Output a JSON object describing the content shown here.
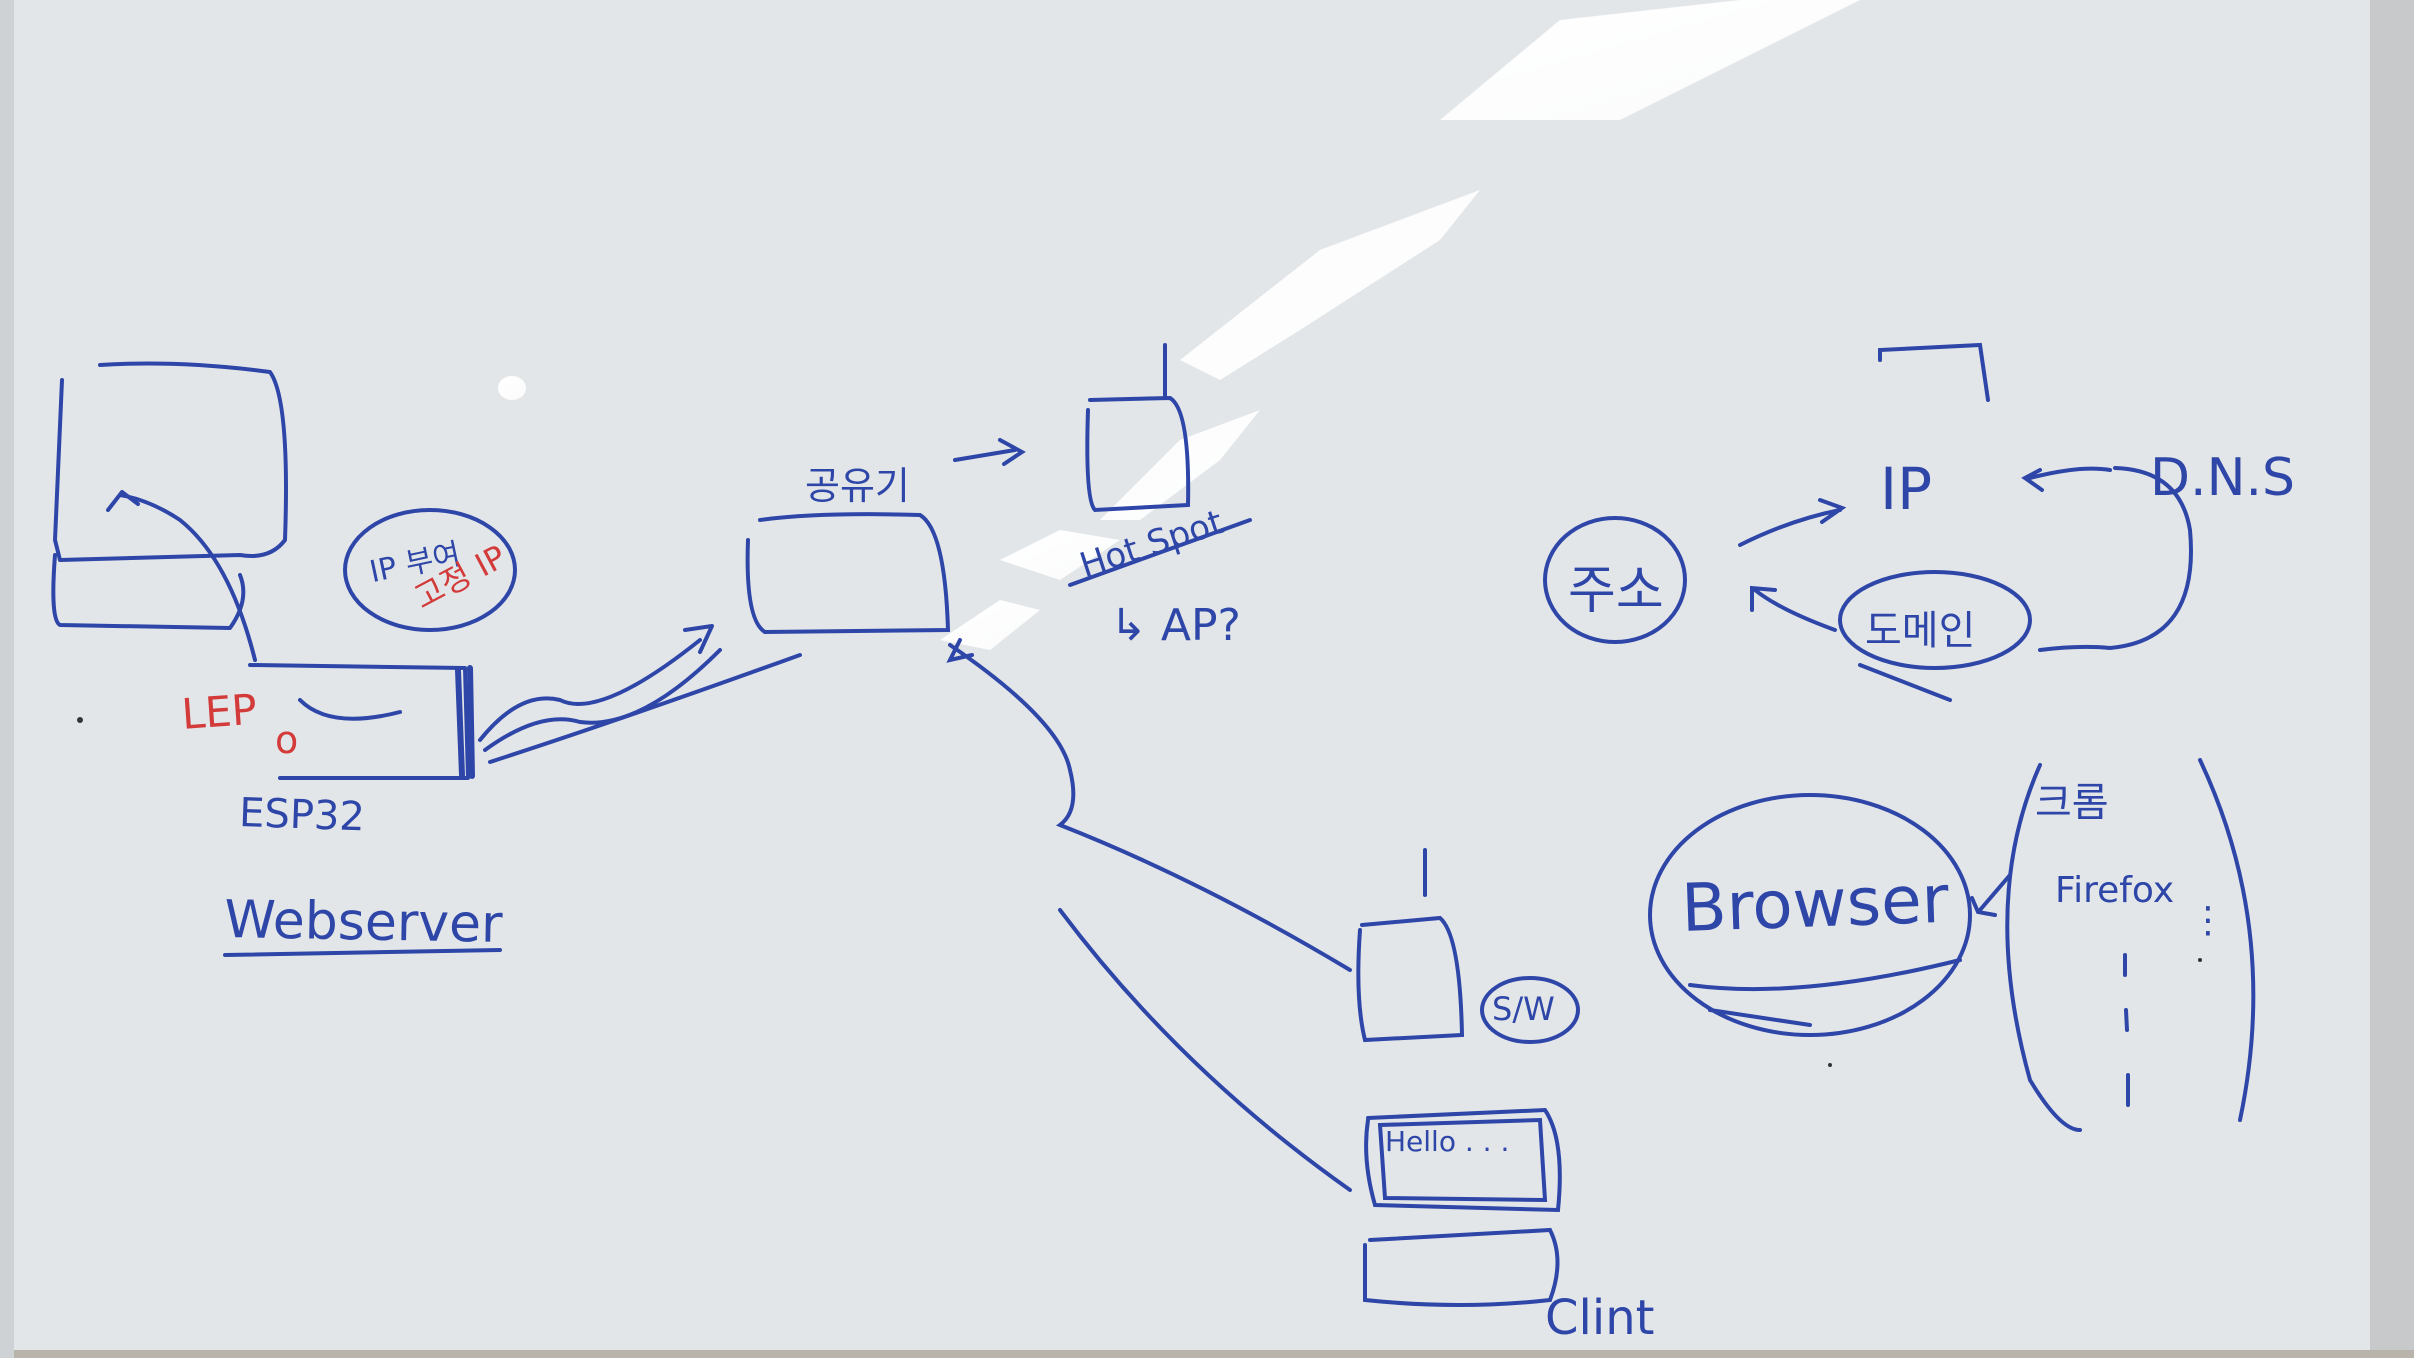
{
  "board": {
    "ink_blue": "#2e46a8",
    "ink_red": "#d33a3a",
    "surface": "#e6e9ec"
  },
  "left": {
    "led": "LEP",
    "led_mark": "o",
    "chip": "ESP32",
    "role": "Webserver",
    "ip_bubble": "IP 부여",
    "fixed_ip": "고정 IP"
  },
  "center": {
    "router": "공유기",
    "hotspot": "Hot Spot",
    "ap": "↳ AP?"
  },
  "right": {
    "address": "주소",
    "ip": "IP",
    "dns": "D.N.S",
    "domain": "도메인",
    "browser": "Browser",
    "list": [
      "크롬",
      "Firefox",
      "⋮"
    ]
  },
  "bottom": {
    "sw": "S/W",
    "screen_text": "Hello . . .",
    "client": "Clint"
  }
}
